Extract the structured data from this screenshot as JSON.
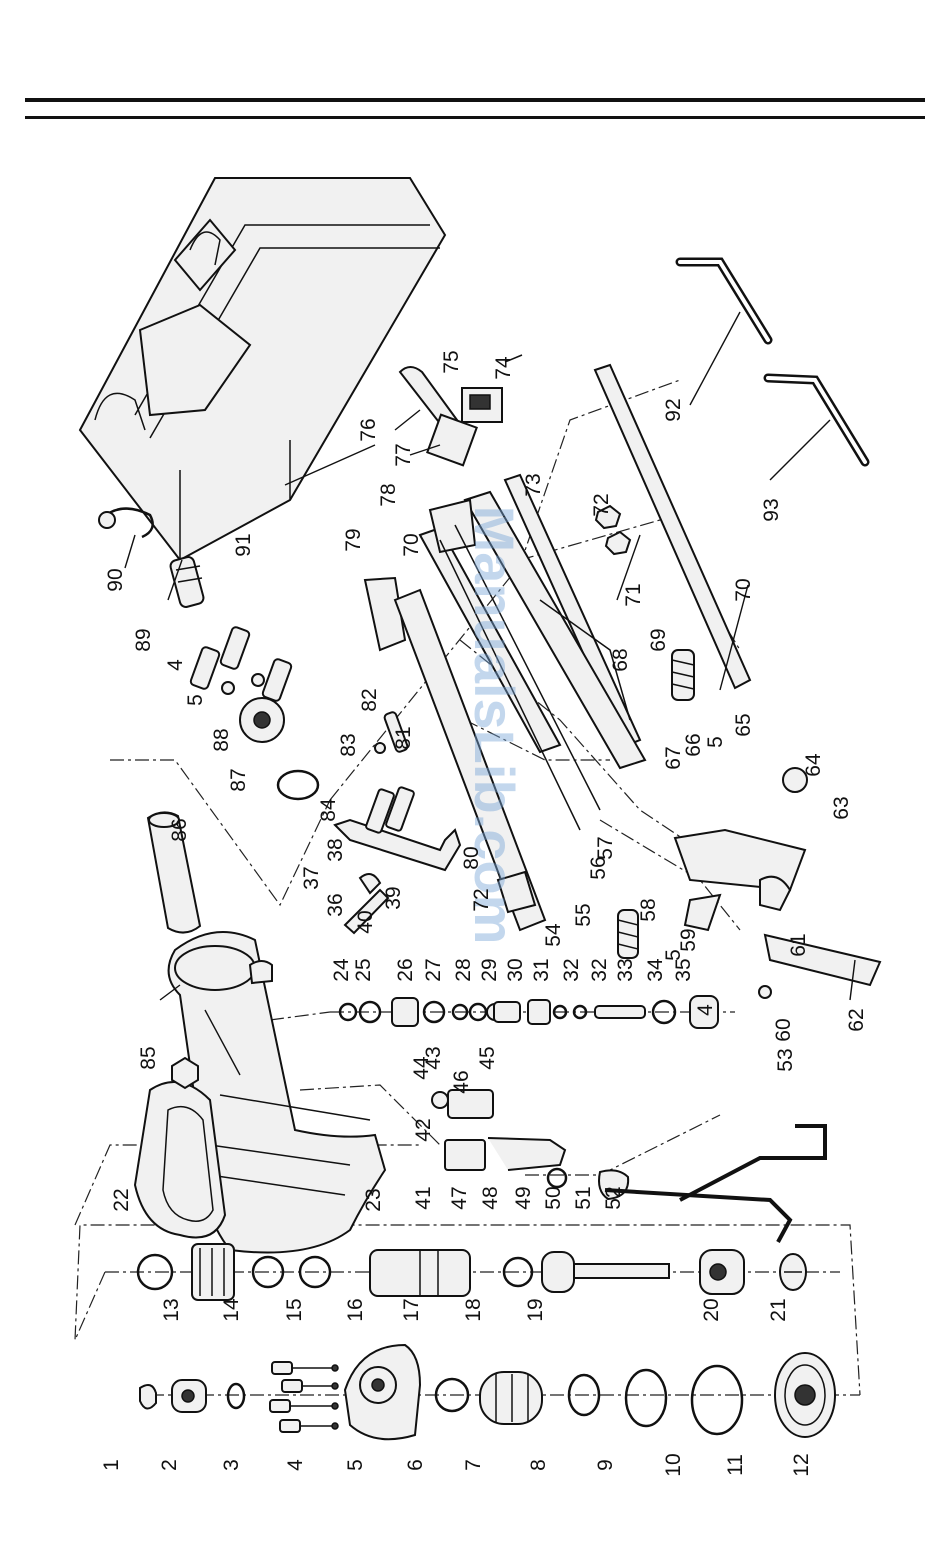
{
  "watermark": "ManualsLib.com",
  "callouts": [
    "1",
    "2",
    "3",
    "4",
    "5",
    "6",
    "7",
    "8",
    "9",
    "10",
    "11",
    "12",
    "13",
    "14",
    "15",
    "16",
    "17",
    "18",
    "19",
    "20",
    "21",
    "22",
    "23",
    "24",
    "25",
    "26",
    "27",
    "28",
    "29",
    "30",
    "31",
    "32",
    "33",
    "34",
    "35",
    "36",
    "37",
    "38",
    "39",
    "40",
    "41",
    "42",
    "43",
    "44",
    "45",
    "46",
    "47",
    "48",
    "49",
    "50",
    "51",
    "52",
    "53",
    "54",
    "55",
    "56",
    "57",
    "58",
    "59",
    "60",
    "61",
    "62",
    "63",
    "64",
    "65",
    "66",
    "67",
    "68",
    "69",
    "70",
    "71",
    "72",
    "73",
    "74",
    "75",
    "76",
    "77",
    "78",
    "79",
    "80",
    "81",
    "82",
    "83",
    "84",
    "85",
    "86",
    "87",
    "88",
    "89",
    "90",
    "91",
    "92",
    "93"
  ]
}
